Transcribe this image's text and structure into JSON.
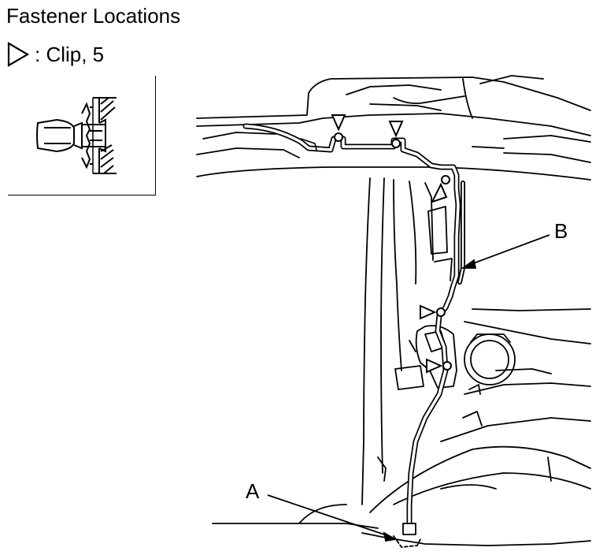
{
  "title": "Fastener Locations",
  "legend": {
    "symbol_icon": "clip-triangle-icon",
    "text": ": Clip, 5",
    "clip_count": 5
  },
  "callouts": {
    "a": "A",
    "b": "B"
  },
  "colors": {
    "line": "#000000",
    "background": "#ffffff"
  }
}
